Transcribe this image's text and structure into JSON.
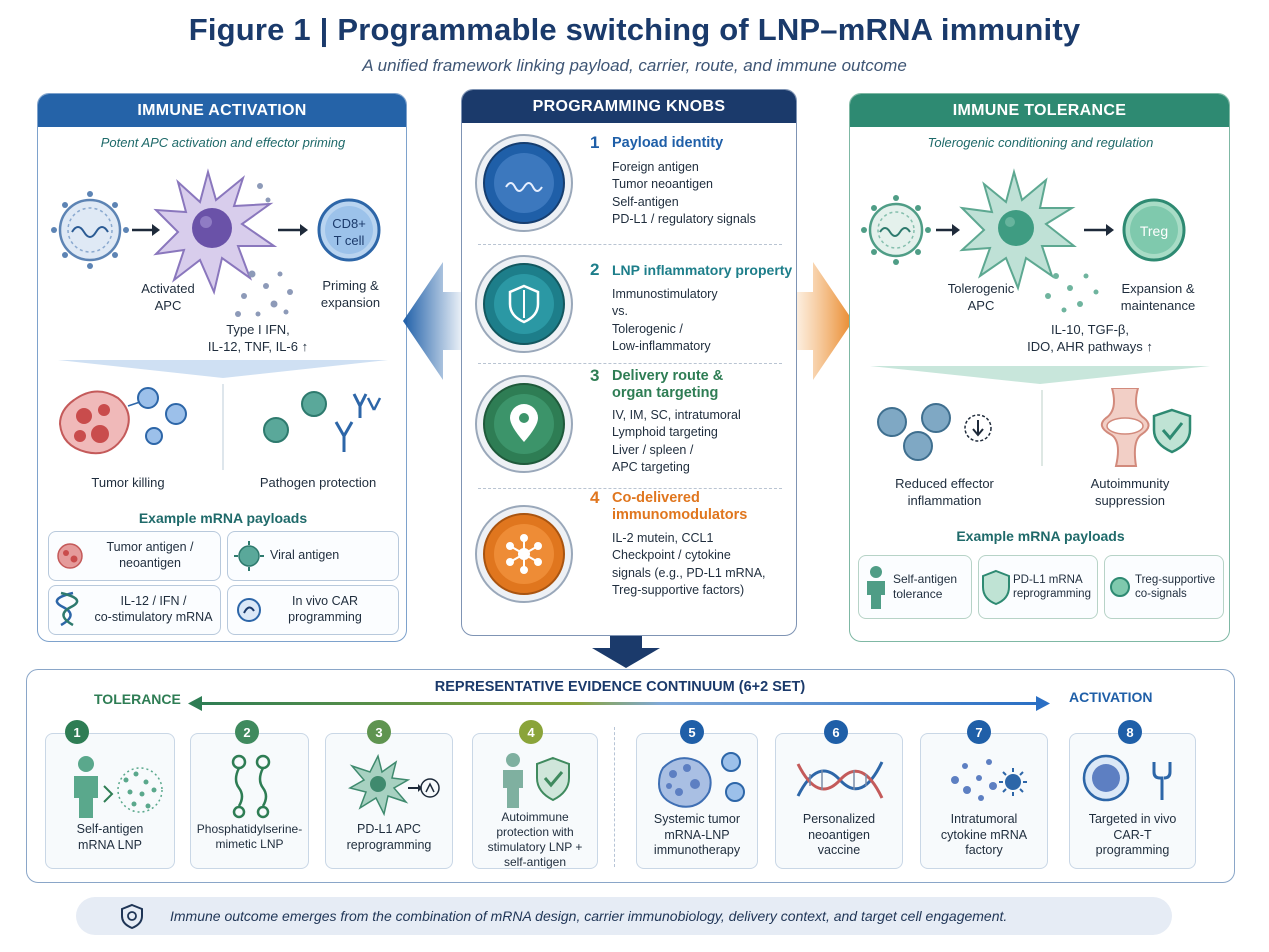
{
  "header": {
    "title": "Figure 1  |  Programmable switching of LNP–mRNA immunity",
    "subtitle": "A unified framework linking payload, carrier, route, and immune outcome"
  },
  "colors": {
    "activation_blue": "#2563a8",
    "tolerance_teal": "#2e8a72",
    "knobs_navy": "#1b3a6b",
    "knob1": "#1f5fa8",
    "knob2": "#1d7e8a",
    "knob3": "#2e7d54",
    "knob4": "#e0761e"
  },
  "activation": {
    "heading": "IMMUNE ACTIVATION",
    "subheading": "Potent APC activation and effector priming",
    "cell_label": "CD8+\nT cell",
    "apc_label": "Activated\nAPC",
    "priming_label": "Priming &\nexpansion",
    "cytokines": "Type I IFN,\nIL-12, TNF, IL-6 ↑",
    "outcome_left": "Tumor killing",
    "outcome_right": "Pathogen protection",
    "examples_title": "Example mRNA payloads",
    "examples": [
      {
        "label": "Tumor antigen /\nneoantigen",
        "icon": "tumor-cell-icon"
      },
      {
        "label": "Viral antigen",
        "icon": "virus-icon"
      },
      {
        "label": "IL-12 / IFN /\nco-stimulatory mRNA",
        "icon": "dna-icon"
      },
      {
        "label": "In vivo CAR\nprogramming",
        "icon": "car-cell-icon"
      }
    ]
  },
  "knobs": {
    "heading": "PROGRAMMING KNOBS",
    "items": [
      {
        "num": "1",
        "title": "Payload identity",
        "lines": [
          "Foreign antigen",
          "Tumor neoantigen",
          "Self-antigen",
          "PD-L1 / regulatory signals"
        ],
        "icon": "mrna-wave-icon"
      },
      {
        "num": "2",
        "title": "LNP inflammatory property",
        "lines": [
          "Immunostimulatory",
          "vs.",
          "Tolerogenic /",
          "Low-inflammatory"
        ],
        "icon": "shield-icon"
      },
      {
        "num": "3",
        "title": "Delivery route &\norgan targeting",
        "lines": [
          "IV, IM, SC, intratumoral",
          "Lymphoid targeting",
          "Liver / spleen /",
          "APC targeting"
        ],
        "icon": "location-pin-icon"
      },
      {
        "num": "4",
        "title": "Co-delivered\nimmunomodulators",
        "lines": [
          "IL-2 mutein, CCL1",
          "Checkpoint / cytokine",
          "signals (e.g., PD-L1 mRNA,",
          "Treg-supportive factors)"
        ],
        "icon": "network-node-icon"
      }
    ]
  },
  "tolerance": {
    "heading": "IMMUNE TOLERANCE",
    "subheading": "Tolerogenic conditioning and regulation",
    "cell_label": "Treg",
    "apc_label": "Tolerogenic\nAPC",
    "expansion_label": "Expansion &\nmaintenance",
    "cytokines": "IL-10, TGF-β,\nIDO, AHR pathways ↑",
    "outcome_left": "Reduced effector\ninflammation",
    "outcome_right": "Autoimmunity\nsuppression",
    "examples_title": "Example mRNA payloads",
    "examples": [
      {
        "label": "Self-antigen\ntolerance",
        "icon": "person-icon"
      },
      {
        "label": "PD-L1 mRNA\nreprogramming",
        "icon": "shield-check-icon"
      },
      {
        "label": "Treg-supportive\nco-signals",
        "icon": "treg-cell-icon"
      }
    ]
  },
  "continuum": {
    "heading": "REPRESENTATIVE EVIDENCE CONTINUUM (6+2 SET)",
    "left_label": "TOLERANCE",
    "right_label": "ACTIVATION",
    "items": [
      {
        "num": "1",
        "label": "Self-antigen\nmRNA LNP",
        "color": "#2e7d54",
        "icon": "person-nanoparticles-icon"
      },
      {
        "num": "2",
        "label": "Phosphatidylserine-\nmimetic LNP",
        "color": "#3f8a5e",
        "icon": "lipid-icon"
      },
      {
        "num": "3",
        "label": "PD-L1 APC\nreprogramming",
        "color": "#5f9450",
        "icon": "apc-cell-icon"
      },
      {
        "num": "4",
        "label": "Autoimmune\nprotection with\nstimulatory LNP +\nself-antigen",
        "color": "#8aa43a",
        "icon": "person-shield-icon"
      },
      {
        "num": "5",
        "label": "Systemic tumor\nmRNA-LNP\nimmunotherapy",
        "color": "#1f5fa8",
        "icon": "tumor-cell-icon"
      },
      {
        "num": "6",
        "label": "Personalized\nneoantigen\nvaccine",
        "color": "#1f5fa8",
        "icon": "dna-icon"
      },
      {
        "num": "7",
        "label": "Intratumoral\ncytokine mRNA\nfactory",
        "color": "#1f5fa8",
        "icon": "cytokine-icon"
      },
      {
        "num": "8",
        "label": "Targeted in vivo\nCAR-T\nprogramming",
        "color": "#1f5fa8",
        "icon": "car-t-icon"
      }
    ]
  },
  "footer": {
    "text": "Immune outcome emerges from the combination of mRNA design, carrier immunobiology, delivery context, and target cell engagement.",
    "icon": "shield-gear-icon"
  }
}
